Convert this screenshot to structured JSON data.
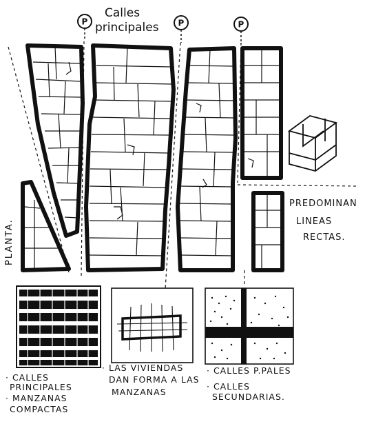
{
  "header": {
    "title_line1": "Calles",
    "title_line2": "principales",
    "marker": "P"
  },
  "plan": {
    "label": "PLANTA."
  },
  "side_note": {
    "line1": "PREDOMINAN",
    "line2": "LINEAS",
    "line3": "RECTAS."
  },
  "captions": {
    "left": [
      "· CALLES",
      "PRINCIPALES",
      "· MANZANAS",
      "COMPACTAS"
    ],
    "middle": [
      "· LAS VIVIENDAS",
      "DAN FORMA A LAS",
      "MANZANAS"
    ],
    "right": [
      "· CALLES P.PALES",
      "· CALLES",
      "SECUNDARIAS."
    ]
  },
  "colors": {
    "ink": "#111111",
    "paper": "#ffffff"
  }
}
